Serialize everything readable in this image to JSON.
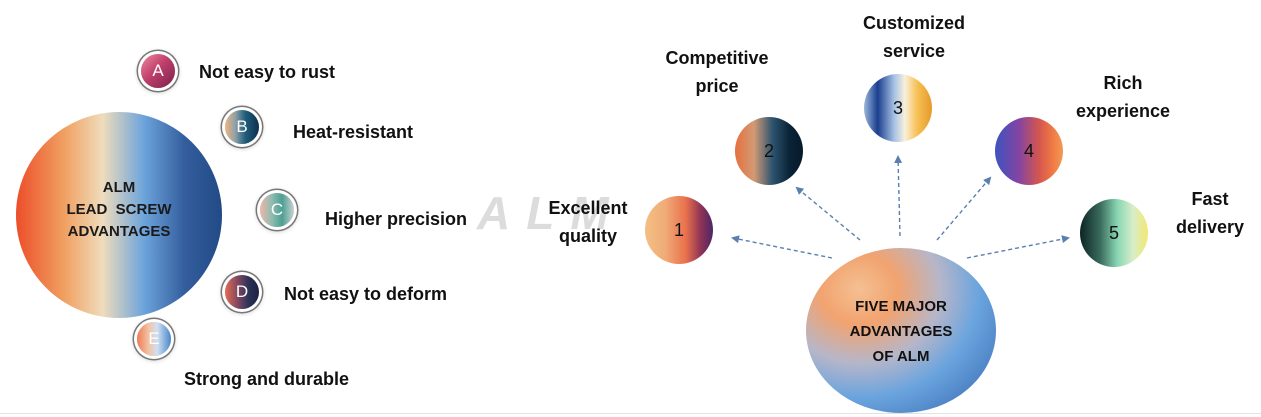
{
  "left": {
    "center_lines": [
      "ALM",
      "LEAD  SCREW",
      "ADVANTAGES"
    ],
    "items": [
      {
        "letter": "A",
        "label": "Not easy to rust"
      },
      {
        "letter": "B",
        "label": "Heat-resistant"
      },
      {
        "letter": "C",
        "label": "Higher precision"
      },
      {
        "letter": "D",
        "label": "Not easy to deform"
      },
      {
        "letter": "E",
        "label": "Strong and durable"
      }
    ]
  },
  "watermark": "ALM",
  "right": {
    "center_lines": [
      "FIVE MAJOR",
      "ADVANTAGES",
      "OF ALM"
    ],
    "items": [
      {
        "number": "1",
        "label_lines": [
          "Excellent",
          "quality"
        ]
      },
      {
        "number": "2",
        "label_lines": [
          "Competitive",
          "price"
        ]
      },
      {
        "number": "3",
        "label_lines": [
          "Customized",
          "service"
        ]
      },
      {
        "number": "4",
        "label_lines": [
          "Rich",
          "experience"
        ]
      },
      {
        "number": "5",
        "label_lines": [
          "Fast",
          "delivery"
        ]
      }
    ]
  },
  "colors": {
    "arrow": "#5a7fae",
    "text": "#111111",
    "watermark": "#d6d6d6"
  }
}
